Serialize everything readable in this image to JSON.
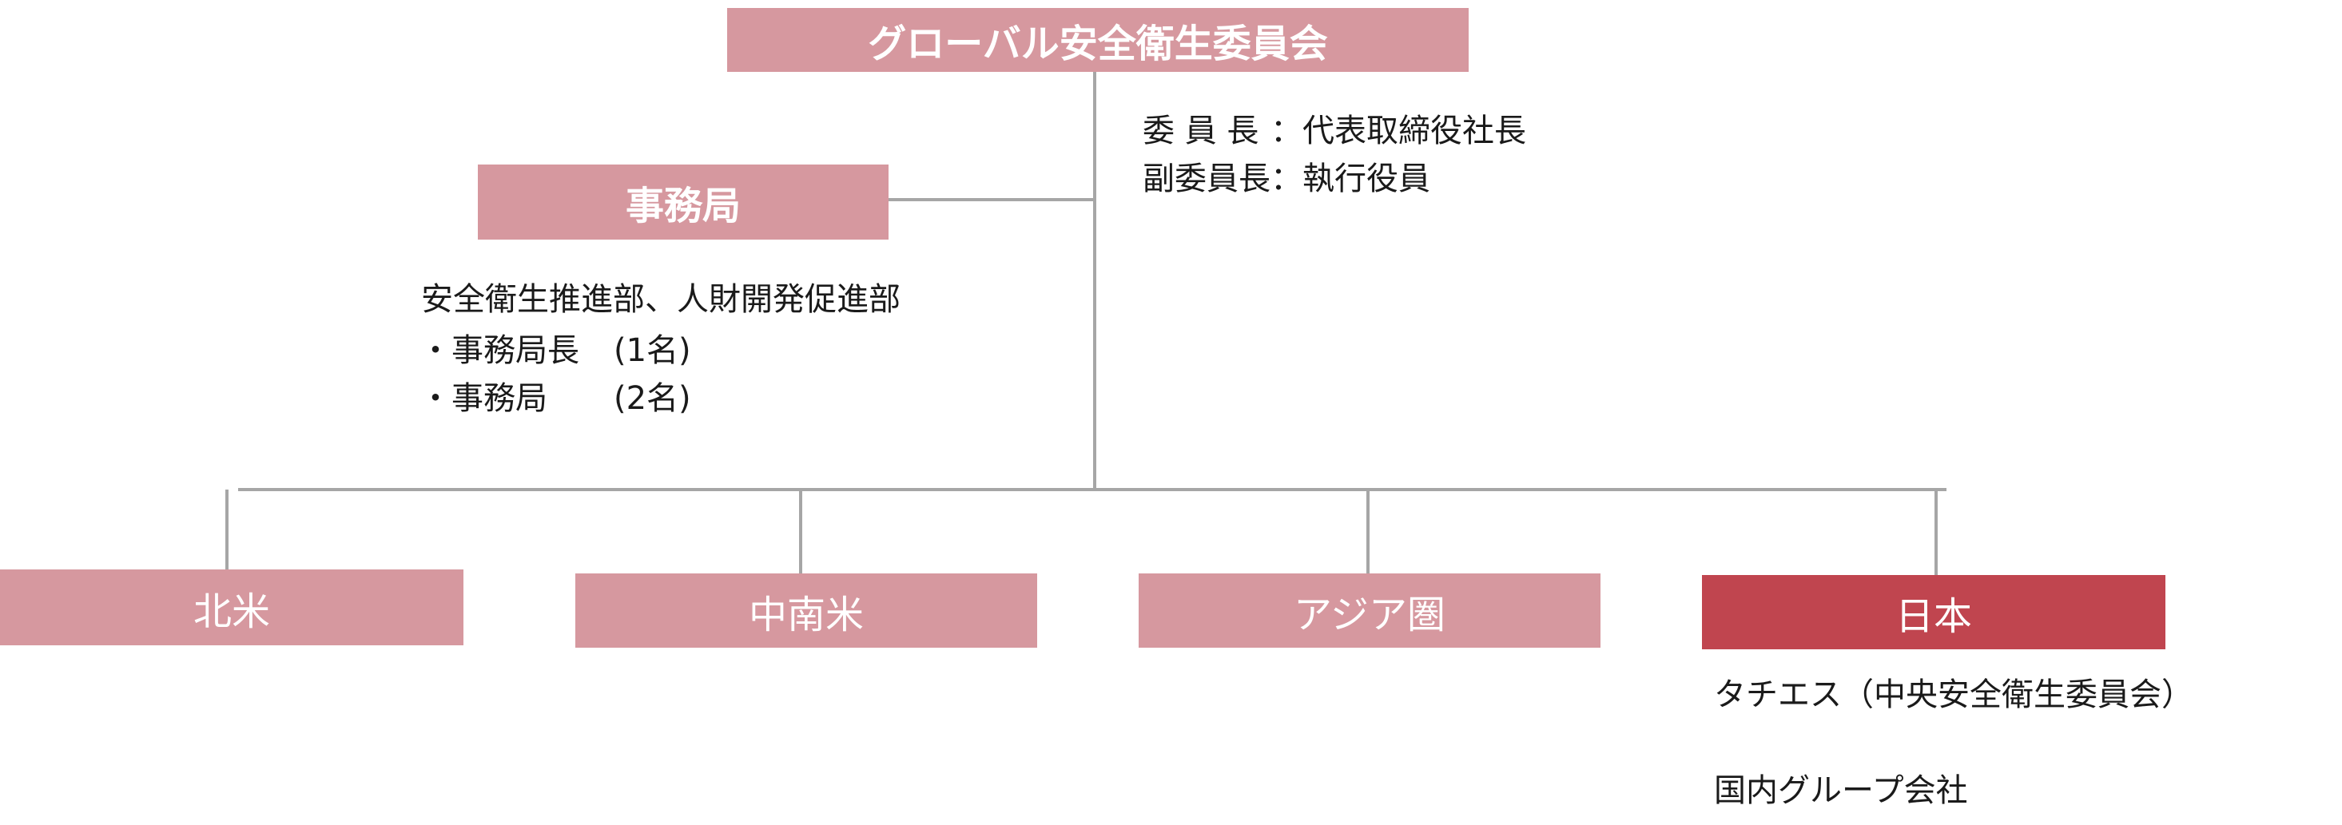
{
  "top": {
    "title": "グローバル安全衛生委員会"
  },
  "roles": [
    {
      "role": "委 員 長",
      "sep": "：",
      "name": "代表取締役社長"
    },
    {
      "role": "副委員長",
      "sep": "：",
      "name": "執行役員"
    }
  ],
  "secretariat": {
    "title": "事務局",
    "departments": "安全衛生推進部、人財開発促進部",
    "members": [
      {
        "label": "・事務局長",
        "count": "(1名)"
      },
      {
        "label": "・事務局",
        "count": "(2名)"
      }
    ]
  },
  "regions": [
    {
      "label": "北米"
    },
    {
      "label": "中南米"
    },
    {
      "label": "アジア圏"
    },
    {
      "label": "日本"
    }
  ],
  "japan_notes": [
    "タチエス（中央安全衛生委員会）",
    "国内グループ会社"
  ],
  "colors": {
    "box_fill": "#d6989f",
    "japan_fill": "#c0454f",
    "connector": "#a6a6a6"
  }
}
